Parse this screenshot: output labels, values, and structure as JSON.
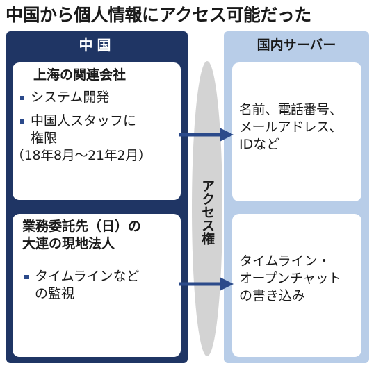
{
  "title": "中国から個人情報にアクセス可能だった",
  "left_panel": {
    "header": "中国",
    "card1": {
      "heading": "上海の関連会社",
      "bullets": [
        "システム開発",
        "中国人スタッフに"
      ],
      "continuation": [
        "権限",
        "（18年8月～21年2月）"
      ]
    },
    "card2": {
      "heading_lines": [
        "業務委託先（日）の",
        "大連の現地法人"
      ],
      "bullets": [
        "タイムラインなど"
      ],
      "continuation": [
        "の監視"
      ]
    }
  },
  "right_panel": {
    "header": "国内サーバー",
    "card1_lines": [
      "名前、電話番号、",
      "メールアドレス、",
      "IDなど"
    ],
    "card2_lines": [
      "タイムライン・",
      "オープンチャット",
      "の書き込み"
    ]
  },
  "access_label": "アクセス権",
  "colors": {
    "left_panel": "#1f3564",
    "right_panel": "#b8cde8",
    "arrow": "#2b4a8a",
    "ellipse": "#d3d3d3"
  }
}
